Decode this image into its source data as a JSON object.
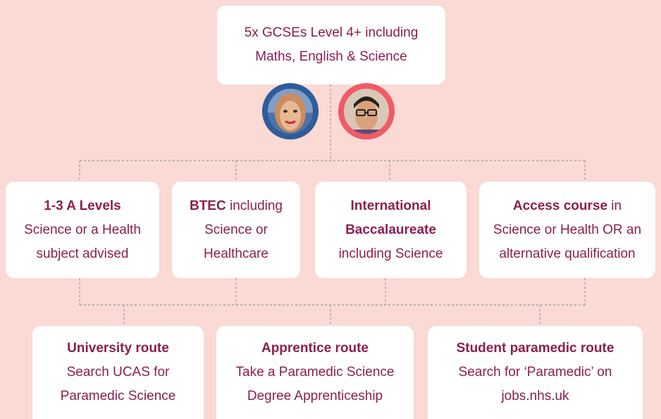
{
  "top": {
    "line1": "5x GCSEs Level 4+ including",
    "line2": "Maths, English & Science"
  },
  "avatars": [
    {
      "name": "female-student-photo",
      "ring_color": "#2f5d9a"
    },
    {
      "name": "male-student-photo",
      "ring_color": "#ef5b66"
    }
  ],
  "qualifications": [
    {
      "bold": "1-3 A Levels",
      "rest": "",
      "line2": "Science or a Health",
      "line3": "subject advised"
    },
    {
      "bold": "BTEC",
      "rest": " including",
      "line2": "Science or",
      "line3": "Healthcare"
    },
    {
      "bold": "International",
      "rest": "",
      "line2": "Baccalaureate",
      "line3": "including Science"
    },
    {
      "bold": "Access course",
      "rest": " in",
      "line2": "Science or Health OR an",
      "line3": "alternative qualification"
    }
  ],
  "routes": [
    {
      "title": "University route",
      "line2": "Search UCAS for",
      "line3": "Paramedic Science"
    },
    {
      "title": "Apprentice route",
      "line2": "Take a Paramedic Science",
      "line3": "Degree Apprenticeship"
    },
    {
      "title": "Student paramedic route",
      "line2": "Search for ‘Paramedic’ on",
      "line3": "jobs.nhs.uk"
    }
  ],
  "colors": {
    "background": "#fbd9d5",
    "text": "#8b1f4e",
    "card": "#ffffff",
    "connector": "#9a9a9a"
  }
}
